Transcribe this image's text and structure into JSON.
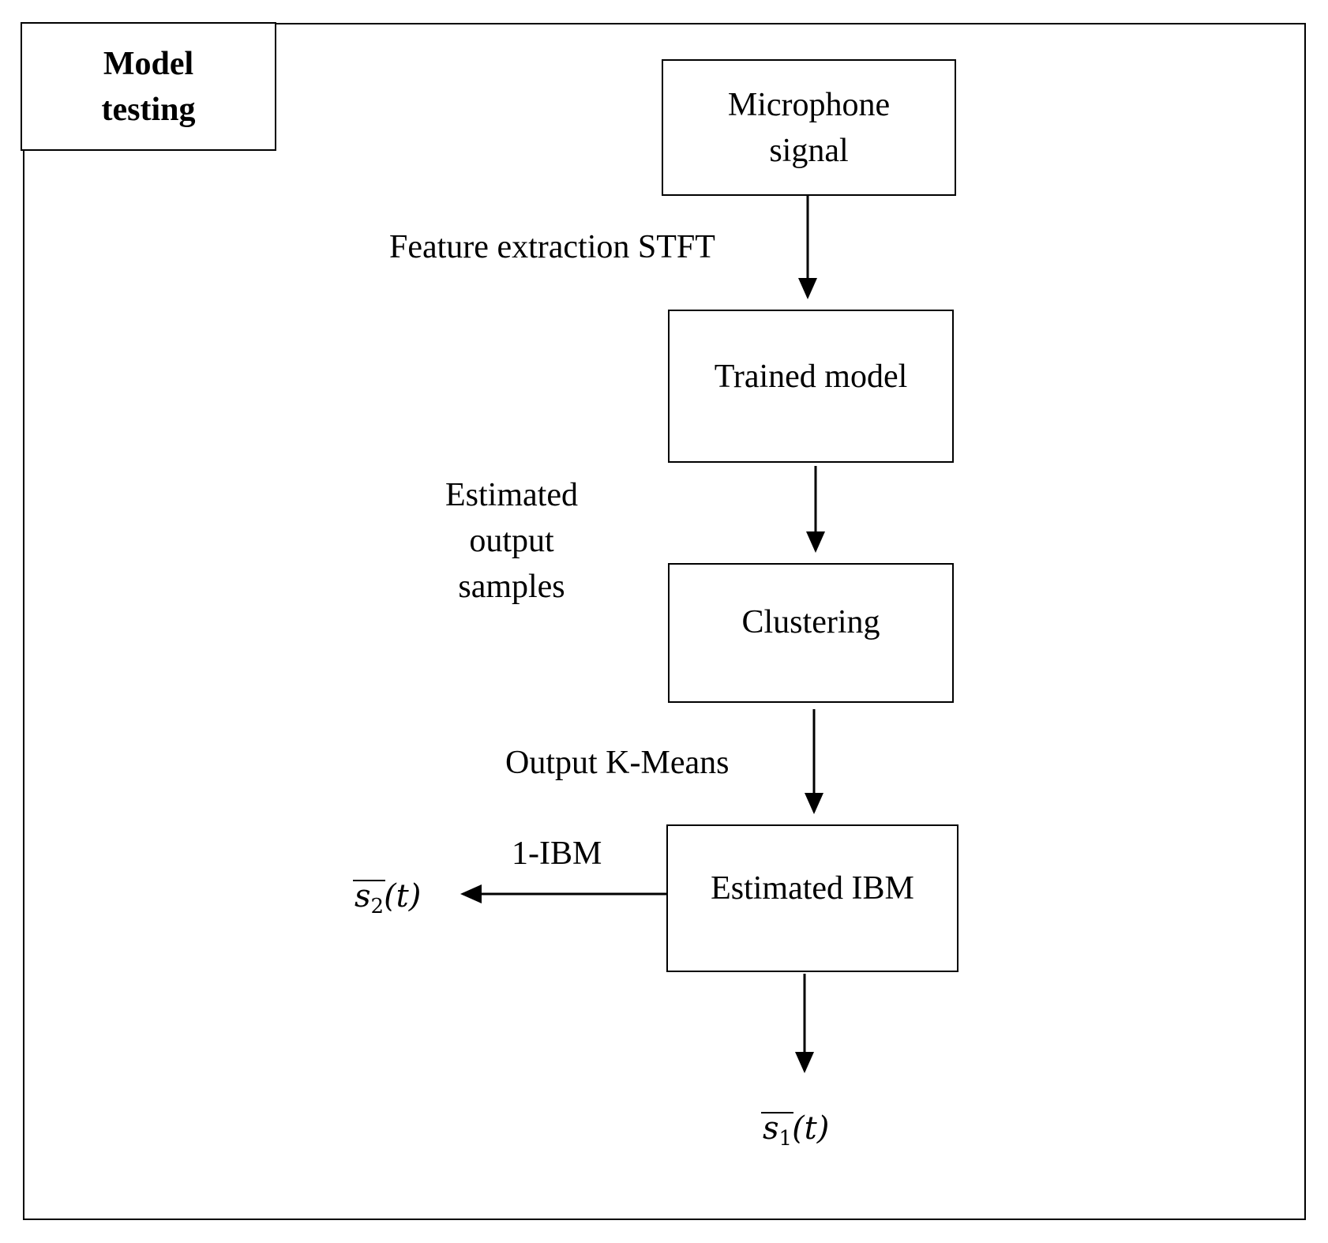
{
  "title": {
    "line1": "Model",
    "line2": "testing"
  },
  "nodes": {
    "microphone": {
      "line1": "Microphone",
      "line2": "signal"
    },
    "trained_model": {
      "label": "Trained model"
    },
    "clustering": {
      "label": "Clustering"
    },
    "estimated_ibm": {
      "label": "Estimated IBM"
    }
  },
  "edge_labels": {
    "feature_extraction": "Feature extraction STFT",
    "estimated_output": {
      "line1": "Estimated",
      "line2": "output",
      "line3": "samples"
    },
    "output_kmeans": "Output K-Means",
    "one_minus_ibm": "1-IBM"
  },
  "outputs": {
    "s2": {
      "symbol": "s",
      "subscript": "2",
      "arg": "(t)"
    },
    "s1": {
      "symbol": "s",
      "subscript": "1",
      "arg": "(t)"
    }
  }
}
